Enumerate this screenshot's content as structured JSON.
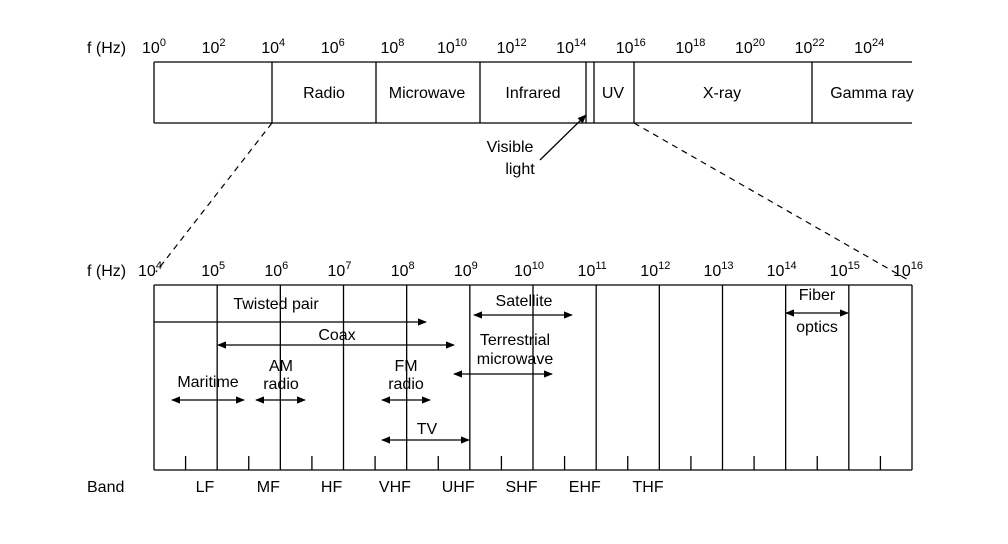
{
  "top_scale": {
    "axis_label": "f (Hz)",
    "ticks": [
      {
        "base": "10",
        "exp": "0"
      },
      {
        "base": "10",
        "exp": "2"
      },
      {
        "base": "10",
        "exp": "4"
      },
      {
        "base": "10",
        "exp": "6"
      },
      {
        "base": "10",
        "exp": "8"
      },
      {
        "base": "10",
        "exp": "10"
      },
      {
        "base": "10",
        "exp": "12"
      },
      {
        "base": "10",
        "exp": "14"
      },
      {
        "base": "10",
        "exp": "16"
      },
      {
        "base": "10",
        "exp": "18"
      },
      {
        "base": "10",
        "exp": "20"
      },
      {
        "base": "10",
        "exp": "22"
      },
      {
        "base": "10",
        "exp": "24"
      }
    ],
    "regions": [
      "Radio",
      "Microwave",
      "Infrared",
      "UV",
      "X-ray",
      "Gamma ray"
    ],
    "visible_light": [
      "Visible",
      "light"
    ]
  },
  "bottom_scale": {
    "axis_label": "f (Hz)",
    "ticks": [
      {
        "base": "10",
        "exp": "4"
      },
      {
        "base": "10",
        "exp": "5"
      },
      {
        "base": "10",
        "exp": "6"
      },
      {
        "base": "10",
        "exp": "7"
      },
      {
        "base": "10",
        "exp": "8"
      },
      {
        "base": "10",
        "exp": "9"
      },
      {
        "base": "10",
        "exp": "10"
      },
      {
        "base": "10",
        "exp": "11"
      },
      {
        "base": "10",
        "exp": "12"
      },
      {
        "base": "10",
        "exp": "13"
      },
      {
        "base": "10",
        "exp": "14"
      },
      {
        "base": "10",
        "exp": "15"
      },
      {
        "base": "10",
        "exp": "16"
      }
    ],
    "media": {
      "twisted_pair": "Twisted pair",
      "coax": "Coax",
      "satellite": "Satellite",
      "terrestrial_microwave": [
        "Terrestrial",
        "microwave"
      ],
      "fiber_optics": [
        "Fiber",
        "optics"
      ],
      "maritime": "Maritime",
      "am_radio": [
        "AM",
        "radio"
      ],
      "fm_radio": [
        "FM",
        "radio"
      ],
      "tv": "TV"
    },
    "band_label": "Band",
    "bands": [
      "LF",
      "MF",
      "HF",
      "VHF",
      "UHF",
      "SHF",
      "EHF",
      "THF"
    ]
  }
}
